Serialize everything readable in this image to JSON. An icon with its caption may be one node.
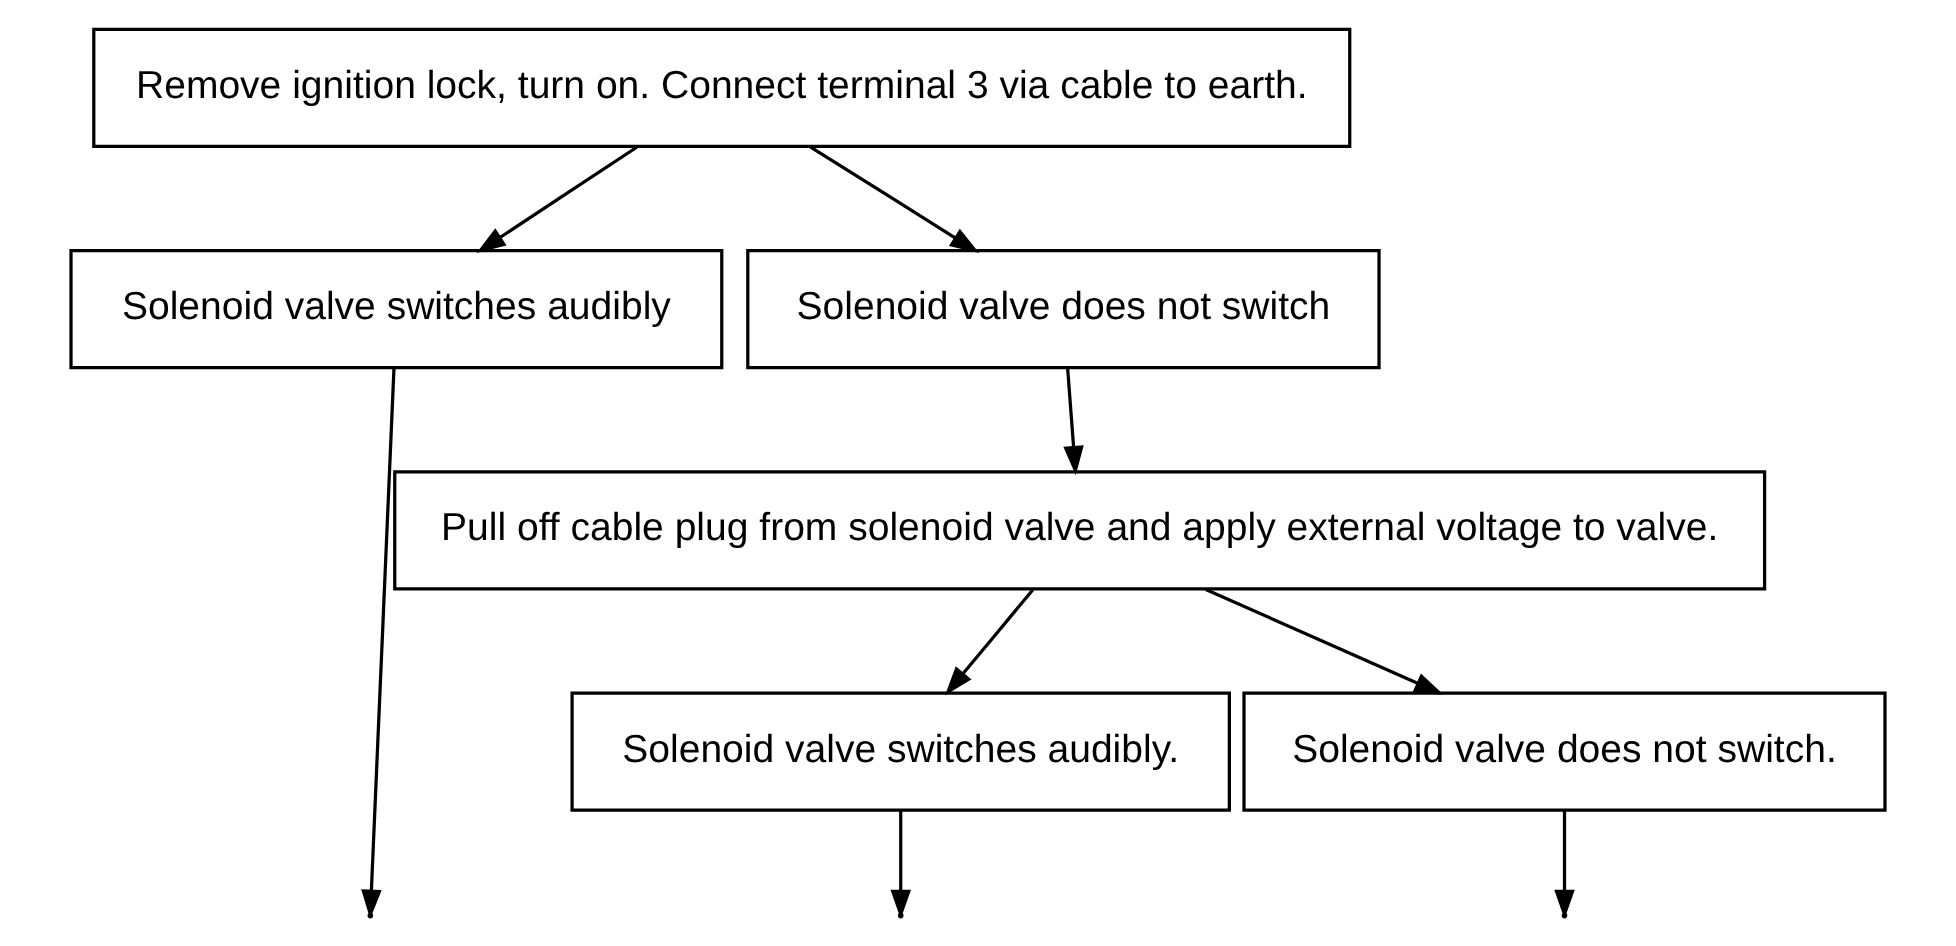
{
  "diagram": {
    "nodes": [
      {
        "text": [
          "Remove ignition lock, turn on. Connect terminal 3 via cable to earth."
        ]
      },
      {
        "text": [
          "Solenoid valve switches audibly"
        ]
      },
      {
        "text": [
          "Solenoid valve does not switch"
        ]
      },
      {
        "text": [
          "Pull off cable plug from solenoid valve and apply external voltage to valve."
        ]
      },
      {
        "text": [
          "Solenoid valve switches audibly."
        ]
      },
      {
        "text": [
          "Solenoid valve does not switch."
        ]
      }
    ],
    "edges": [
      {
        "from": 0,
        "to": 1,
        "arrow": "to"
      },
      {
        "from": 0,
        "to": 2,
        "arrow": "to"
      },
      {
        "from": 2,
        "to": 3,
        "arrow": "to"
      },
      {
        "from": 3,
        "to": 4,
        "arrow": "to"
      },
      {
        "from": 3,
        "to": 5,
        "arrow": "to"
      },
      {
        "from": 1,
        "to": null,
        "arrow": "to"
      },
      {
        "from": 4,
        "to": null,
        "arrow": "to"
      },
      {
        "from": 5,
        "to": null,
        "arrow": "to"
      }
    ]
  }
}
